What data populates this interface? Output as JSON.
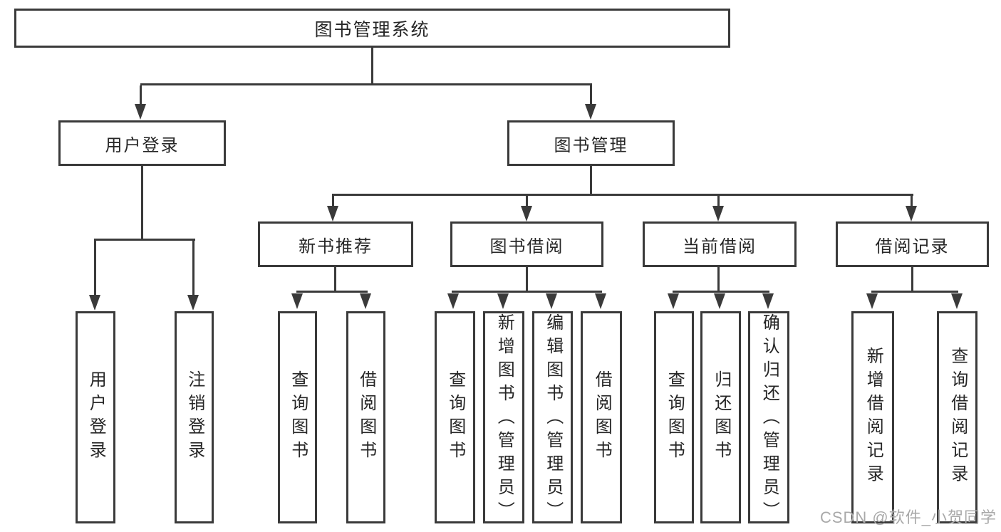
{
  "diagram": {
    "root": {
      "label": "图书管理系统"
    },
    "branches": [
      {
        "label": "用户登录",
        "children": [
          {
            "label": "用户登录"
          },
          {
            "label": "注销登录"
          }
        ]
      },
      {
        "label": "图书管理",
        "children": [
          {
            "label": "新书推荐",
            "children": [
              {
                "label": "查询图书"
              },
              {
                "label": "借阅图书"
              }
            ]
          },
          {
            "label": "图书借阅",
            "children": [
              {
                "label": "查询图书"
              },
              {
                "label": "新增图书（管理员）"
              },
              {
                "label": "编辑图书（管理员）"
              },
              {
                "label": "借阅图书"
              }
            ]
          },
          {
            "label": "当前借阅",
            "children": [
              {
                "label": "查询图书"
              },
              {
                "label": "归还图书"
              },
              {
                "label": "确认归还（管理员）"
              }
            ]
          },
          {
            "label": "借阅记录",
            "children": [
              {
                "label": "新增借阅记录"
              },
              {
                "label": "查询借阅记录"
              }
            ]
          }
        ]
      }
    ]
  },
  "watermark": {
    "label": "CSDN @软件_小贺同学"
  },
  "colors": {
    "line": "#3a3a3a",
    "text": "#262626",
    "watermark": "#a9a9a9",
    "background": "#ffffff"
  }
}
